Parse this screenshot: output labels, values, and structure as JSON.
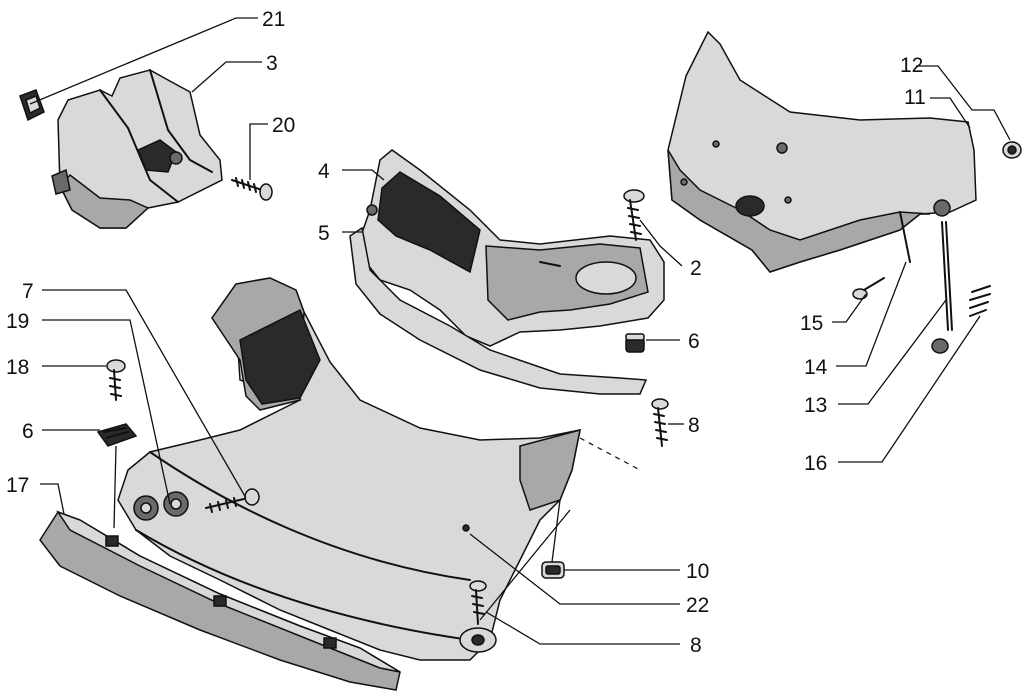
{
  "callouts": {
    "c21": "21",
    "c3": "3",
    "c20": "20",
    "c4": "4",
    "c5": "5",
    "c2": "2",
    "c6a": "6",
    "c8a": "8",
    "c12": "12",
    "c11": "11",
    "c15": "15",
    "c14": "14",
    "c13": "13",
    "c16": "16",
    "c7": "7",
    "c19": "19",
    "c18": "18",
    "c6b": "6",
    "c17": "17",
    "c10": "10",
    "c22": "22",
    "c8b": "8"
  }
}
